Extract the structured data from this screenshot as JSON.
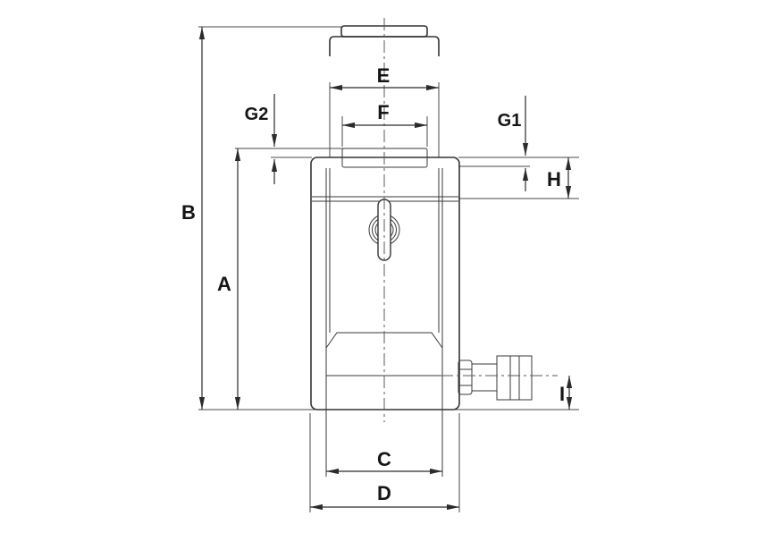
{
  "diagram": {
    "title": "Hydraulic cylinder dimensional drawing",
    "type": "technical-drawing",
    "dimension_labels": {
      "A": "A",
      "B": "B",
      "C": "C",
      "D": "D",
      "E": "E",
      "F": "F",
      "G1": "G1",
      "G2": "G2",
      "H": "H",
      "I": "I"
    }
  },
  "colors": {
    "background": "#ffffff",
    "drawing_line": "#343434",
    "dimension_line": "#2b2b2b",
    "centerline": "#5a5a5a",
    "label_text": "#151515"
  }
}
